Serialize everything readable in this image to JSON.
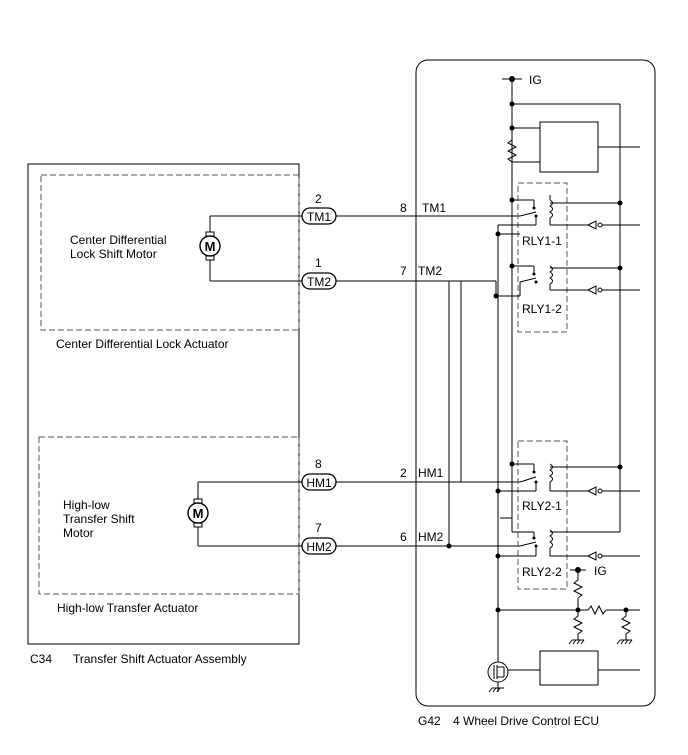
{
  "actuator_assembly": {
    "connector_code": "C34",
    "name": "Transfer Shift Actuator Assembly",
    "center_diff": {
      "motor_label_line1": "Center Differential",
      "motor_label_line2": "Lock Shift Motor",
      "actuator_name": "Center Differential Lock Actuator"
    },
    "high_low": {
      "motor_label_line1": "High-low",
      "motor_label_line2": "Transfer Shift",
      "motor_label_line3": "Motor",
      "actuator_name": "High-low Transfer Actuator"
    },
    "motor_symbol": "M"
  },
  "terminals": {
    "tm1": {
      "actuator_pin": "2",
      "label": "TM1",
      "ecu_pin": "8",
      "ecu_label": "TM1"
    },
    "tm2": {
      "actuator_pin": "1",
      "label": "TM2",
      "ecu_pin": "7",
      "ecu_label": "TM2"
    },
    "hm1": {
      "actuator_pin": "8",
      "label": "HM1",
      "ecu_pin": "2",
      "ecu_label": "HM1"
    },
    "hm2": {
      "actuator_pin": "7",
      "label": "HM2",
      "ecu_pin": "6",
      "ecu_label": "HM2"
    }
  },
  "ecu": {
    "connector_code": "G42",
    "name": "4 Wheel Drive Control ECU",
    "power_label_top": "IG",
    "power_label_bottom": "IG",
    "relays": [
      "RLY1-1",
      "RLY1-2",
      "RLY2-1",
      "RLY2-2"
    ]
  }
}
